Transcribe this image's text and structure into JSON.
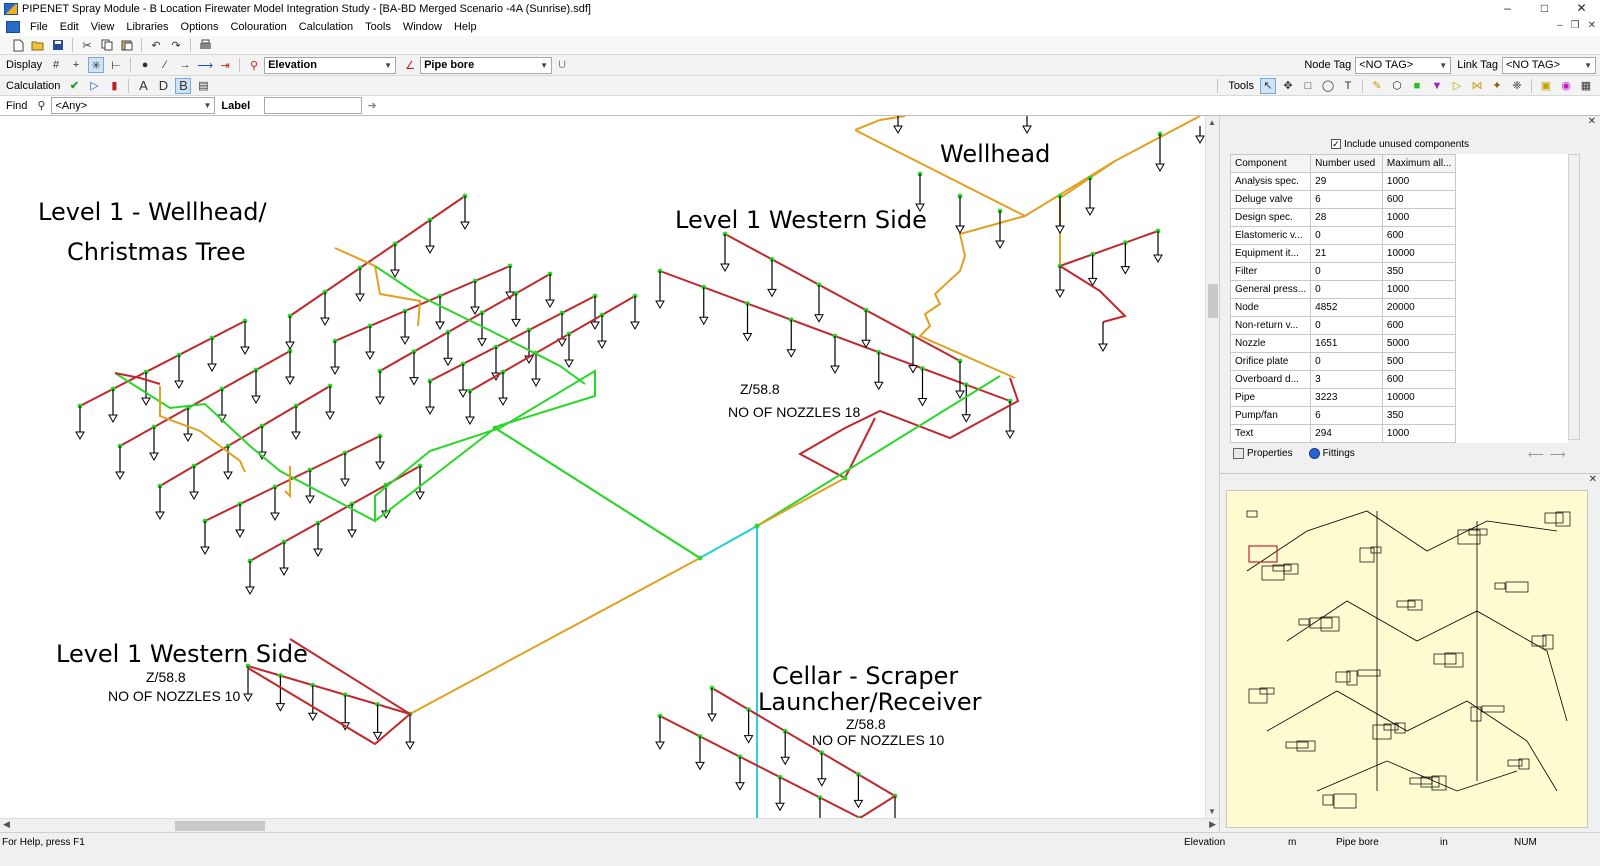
{
  "window": {
    "title": "PIPENET Spray Module - B Location Firewater Model Integration Study - [BA-BD Merged Scenario -4A (Sunrise).sdf]",
    "controls": [
      "–",
      "□",
      "✕"
    ]
  },
  "menu": [
    "File",
    "Edit",
    "View",
    "Libraries",
    "Options",
    "Colouration",
    "Calculation",
    "Tools",
    "Window",
    "Help"
  ],
  "toolbar_display": {
    "label": "Display",
    "node_colour_combo": "Elevation",
    "link_colour_combo": "Pipe bore",
    "extra": "U",
    "node_tag_label": "Node Tag",
    "node_tag_value": "<NO TAG>",
    "link_tag_label": "Link Tag",
    "link_tag_value": "<NO TAG>"
  },
  "toolbar_calculation": {
    "label": "Calculation",
    "letters": [
      "A",
      "D",
      "B"
    ],
    "tools_label": "Tools"
  },
  "toolbar_find": {
    "label": "Find",
    "find_combo": "<Any>",
    "label_label": "Label",
    "label_value": ""
  },
  "canvas": {
    "annotations": [
      {
        "text": "Level 1 - Wellhead/",
        "size": "big"
      },
      {
        "text": "Christmas Tree",
        "size": "big"
      },
      {
        "text": "Level 1 Western Side",
        "size": "big"
      },
      {
        "text": "Wellhead",
        "size": "big"
      },
      {
        "text": "Z/58.8",
        "size": "small"
      },
      {
        "text": "NO OF NOZZLES  18",
        "size": "small"
      },
      {
        "text": "Level 1 Western Side",
        "size": "big"
      },
      {
        "text": "Z/58.8",
        "size": "small"
      },
      {
        "text": "NO OF NOZZLES 10",
        "size": "small"
      },
      {
        "text": "Cellar - Scraper",
        "size": "big"
      },
      {
        "text": "Launcher/Receiver",
        "size": "big"
      },
      {
        "text": "Z/58.8",
        "size": "small"
      },
      {
        "text": "NO OF NOZZLES 10",
        "size": "small"
      }
    ],
    "colors": {
      "red_pipe": "#c0272d",
      "green_pipe": "#2bd62b",
      "orange_pipe": "#e0a020",
      "cyan_pipe": "#2ed0e0",
      "node": "#2bd62b"
    }
  },
  "properties": {
    "include_unused_label": "Include unused components",
    "include_unused_checked": true,
    "columns": [
      "Component",
      "Number used",
      "Maximum all..."
    ],
    "rows": [
      [
        "Analysis spec.",
        "29",
        "1000"
      ],
      [
        "Deluge valve",
        "6",
        "600"
      ],
      [
        "Design spec.",
        "28",
        "1000"
      ],
      [
        "Elastomeric v...",
        "0",
        "600"
      ],
      [
        "Equipment it...",
        "21",
        "10000"
      ],
      [
        "Filter",
        "0",
        "350"
      ],
      [
        "General press...",
        "0",
        "1000"
      ],
      [
        "Node",
        "4852",
        "20000"
      ],
      [
        "Non-return v...",
        "0",
        "600"
      ],
      [
        "Nozzle",
        "1651",
        "5000"
      ],
      [
        "Orifice plate",
        "0",
        "500"
      ],
      [
        "Overboard d...",
        "3",
        "600"
      ],
      [
        "Pipe",
        "3223",
        "10000"
      ],
      [
        "Pump/fan",
        "6",
        "350"
      ],
      [
        "Text",
        "294",
        "1000"
      ]
    ],
    "tabs": [
      "Properties",
      "Fittings"
    ]
  },
  "statusbar": {
    "help": "For Help, press F1",
    "node_colour": "Elevation",
    "node_unit": "m",
    "link_colour": "Pipe bore",
    "link_unit": "in",
    "num": "NUM"
  }
}
